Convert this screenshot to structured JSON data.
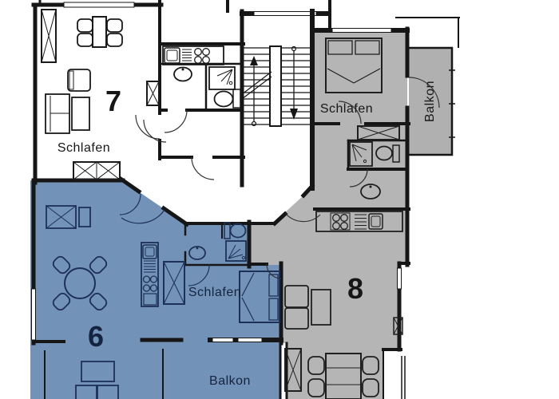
{
  "plan": {
    "type": "floor-plan",
    "apartments": [
      {
        "number": "7",
        "rooms": [
          "Schlafen"
        ],
        "fill_style": "white"
      },
      {
        "number": "6",
        "rooms": [
          "Schlafen",
          "Balkon"
        ],
        "fill_style": "blue"
      },
      {
        "number": "8",
        "rooms": [
          "Schlafen",
          "Balkon"
        ],
        "fill_style": "gray"
      }
    ],
    "labels": {
      "apt7_number": "7",
      "apt7_bedroom": "Schlafen",
      "apt6_number": "6",
      "apt6_bedroom": "Schlafen",
      "apt6_balcony": "Balkon",
      "apt8_number": "8",
      "apt8_bedroom": "Schlafen",
      "apt8_balcony": "Balkon"
    },
    "colors": {
      "apt6_fill": "#7392b7",
      "apt8_fill": "#b5b5b5",
      "apt8_balcony_fill": "#b0b0b0",
      "wall": "#161616",
      "apt6_line": "#1d3156",
      "text_dark": "#161616",
      "text_blue": "#142440",
      "background": "#ffffff"
    },
    "icons": [
      "double-bed-icon",
      "round-table-icon",
      "dining-table-icon",
      "chair-icon",
      "sofa-icon",
      "armchair-icon",
      "coffee-table-icon",
      "wardrobe-icon",
      "kitchen-sink-icon",
      "stove-icon",
      "drainer-icon",
      "washbasin-icon",
      "toilet-icon",
      "shower-icon",
      "stairs-icon",
      "up-arrow-icon",
      "down-arrow-icon",
      "door-swing-icon",
      "window-icon",
      "radiator-icon"
    ]
  }
}
